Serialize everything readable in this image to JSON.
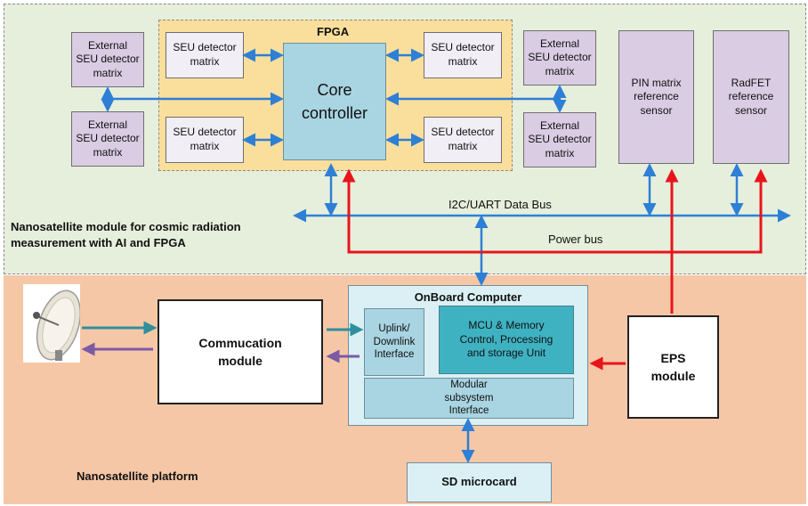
{
  "regions": {
    "top_label_line1": "Nanosatellite module for cosmic radiation",
    "top_label_line2": "measurement with AI and FPGA",
    "bottom_label": "Nanosatellite platform",
    "fpga_title": "FPGA"
  },
  "fpga": {
    "core_line1": "Core",
    "core_line2": "controller",
    "seu_tl": "SEU detector matrix",
    "seu_tr": "SEU detector matrix",
    "seu_bl": "SEU detector matrix",
    "seu_br": "SEU detector matrix"
  },
  "external": {
    "left_top": "External SEU detector matrix",
    "left_bottom": "External SEU detector matrix",
    "right_top": "External SEU detector matrix",
    "right_bottom": "External SEU detector matrix"
  },
  "sensors": {
    "pin": "PIN matrix reference sensor",
    "radfet": "RadFET reference sensor"
  },
  "buses": {
    "data_bus": "I2C/UART Data Bus",
    "power_bus": "Power bus"
  },
  "platform": {
    "comm_module_line1": "Commucation",
    "comm_module_line2": "module",
    "obc_title": "OnBoard Computer",
    "uplink": "Uplink/ Downlink Interface",
    "mcu": "MCU & Memory Control, Processing and storage Unit",
    "modular": "Modular subsystem Interface",
    "eps_line1": "EPS",
    "eps_line2": "module",
    "sd": "SD microcard"
  },
  "colors": {
    "data_arrow": "#2e7fd6",
    "power_arrow": "#e8141b",
    "comm_out_arrow": "#2f8f9d",
    "comm_in_arrow": "#7b5aa6"
  },
  "icons": [
    "satellite-dish-icon"
  ]
}
